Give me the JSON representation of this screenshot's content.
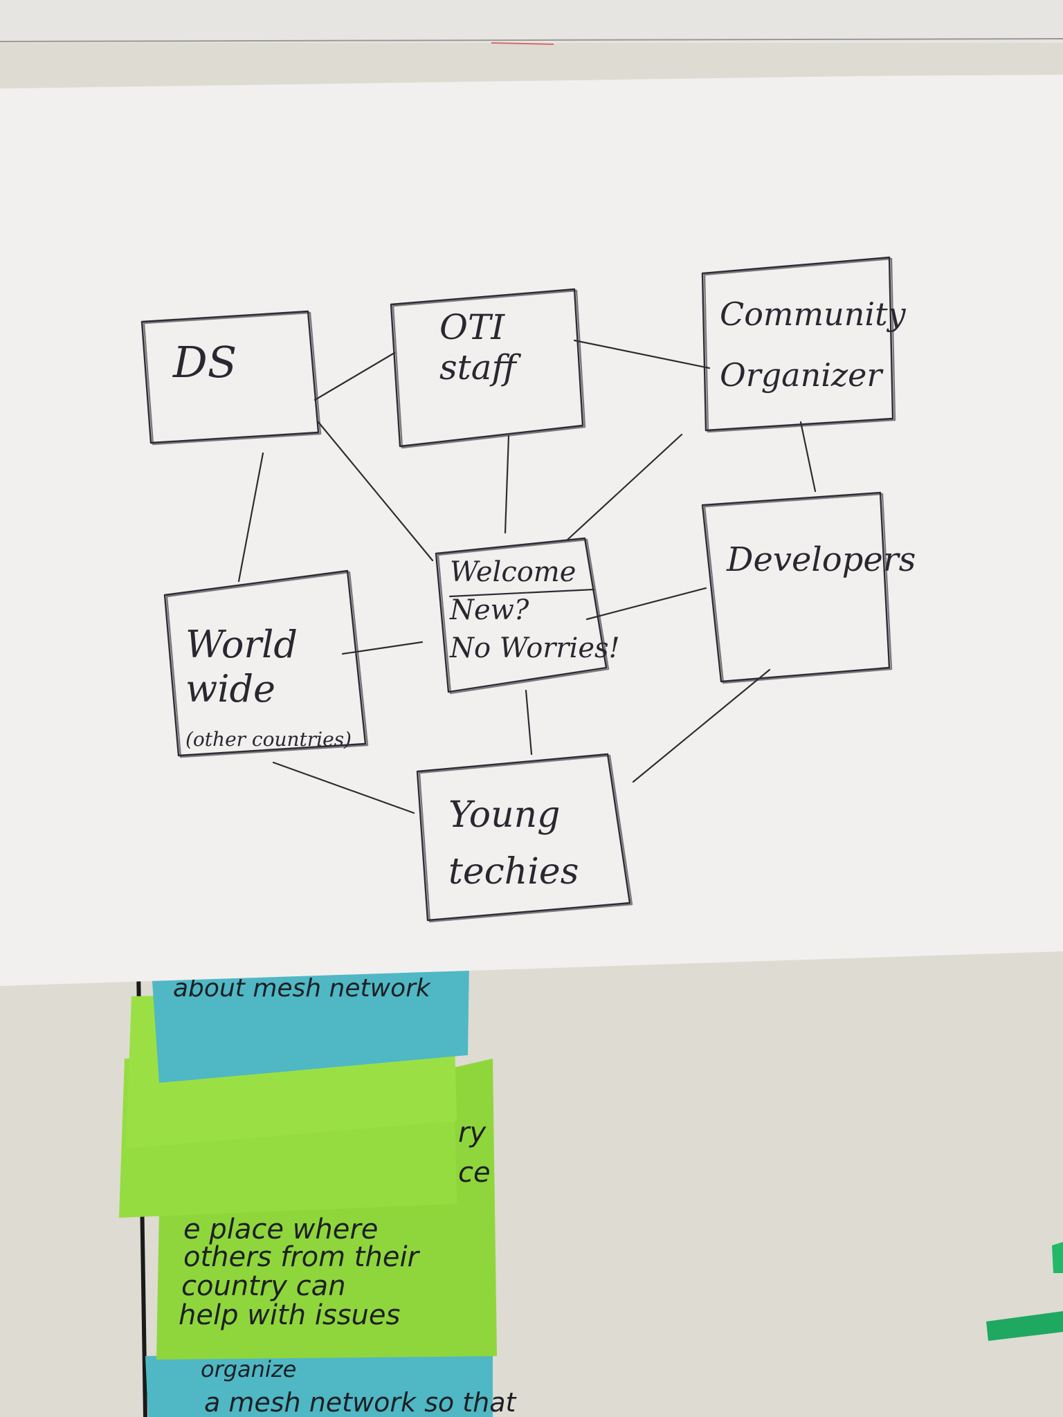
{
  "diagram": {
    "nodes": [
      {
        "id": "ds",
        "lines": [
          "DS"
        ]
      },
      {
        "id": "oti",
        "lines": [
          "OTI",
          "staff"
        ]
      },
      {
        "id": "community",
        "lines": [
          "Community",
          "Organizer"
        ]
      },
      {
        "id": "welcome",
        "lines": [
          "Welcome",
          "New?",
          "No Worries!"
        ]
      },
      {
        "id": "developers",
        "lines": [
          "Developers"
        ]
      },
      {
        "id": "worldwide",
        "lines": [
          "World",
          "wide",
          "(other countries)"
        ]
      },
      {
        "id": "young",
        "lines": [
          "Young",
          "techies"
        ]
      }
    ],
    "edges": [
      [
        "ds",
        "oti"
      ],
      [
        "oti",
        "community"
      ],
      [
        "ds",
        "worldwide"
      ],
      [
        "ds",
        "welcome"
      ],
      [
        "oti",
        "welcome"
      ],
      [
        "community",
        "welcome"
      ],
      [
        "community",
        "developers"
      ],
      [
        "worldwide",
        "welcome"
      ],
      [
        "welcome",
        "developers"
      ],
      [
        "welcome",
        "young"
      ],
      [
        "worldwide",
        "young"
      ],
      [
        "developers",
        "young"
      ]
    ]
  },
  "sticky_notes": {
    "top_blue": "about mesh network",
    "green_lines": [
      "ry",
      "ce",
      "e place where",
      "others from their",
      "country can",
      "help with issues"
    ],
    "bottom_blue_lines": [
      "organize",
      "a mesh network so that"
    ]
  },
  "colors": {
    "wall": "#dcd9d1",
    "paper": "#f1f0ee",
    "ink": "#2e2b33",
    "sticky_blue": "#4fb8c4",
    "sticky_green": "#8fd63c"
  }
}
